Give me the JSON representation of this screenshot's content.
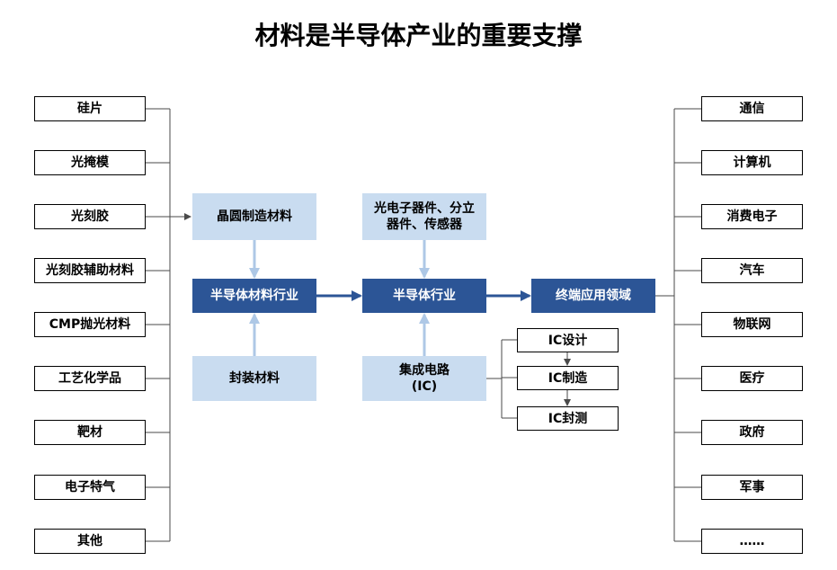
{
  "title": "材料是半导体产业的重要支撑",
  "materials": [
    "硅片",
    "光掩模",
    "光刻胶",
    "光刻胶辅助材料",
    "CMP抛光材料",
    "工艺化学品",
    "靶材",
    "电子特气",
    "其他"
  ],
  "applications": [
    "通信",
    "计算机",
    "消费电子",
    "汽车",
    "物联网",
    "医疗",
    "政府",
    "军事",
    "……"
  ],
  "nodes": {
    "wafer_fab_materials": "晶圆制造材料",
    "semi_materials_industry": "半导体材料行业",
    "packaging_materials": "封装材料",
    "optoelectronics": "光电子器件、分立\n器件、传感器",
    "semi_industry": "半导体行业",
    "ic": "集成电路\n(IC)",
    "terminal_applications": "终端应用领域",
    "ic_design": "IC设计",
    "ic_manufacturing": "IC制造",
    "ic_packaging_test": "IC封测"
  },
  "colors": {
    "dark_fill": "#2c5596",
    "light_fill": "#c9dcf0",
    "arrow_light": "#aec8e6",
    "outline": "#000000"
  }
}
